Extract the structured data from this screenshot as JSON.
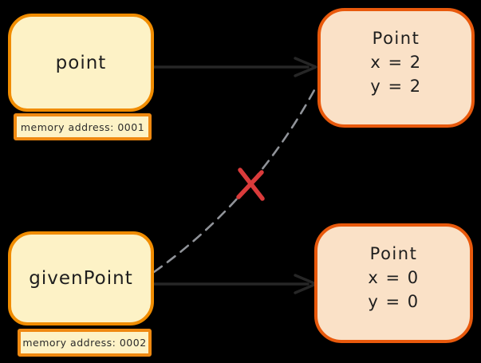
{
  "diagram": {
    "variables": [
      {
        "label": "point",
        "memory_label": "memory address: 0001"
      },
      {
        "label": "givenPoint",
        "memory_label": "memory address: 0002"
      }
    ],
    "objects": [
      {
        "title": "Point",
        "field_x": "x = 2",
        "field_y": "y = 2"
      },
      {
        "title": "Point",
        "field_x": "x = 0",
        "field_y": "y = 0"
      }
    ],
    "colors": {
      "background": "#000000",
      "variable_fill": "#fdf2c6",
      "variable_stroke": "#f08c00",
      "object_fill": "#fae1c7",
      "object_stroke": "#e8590c",
      "arrow_stroke": "#262626",
      "dashed_stroke": "#909399",
      "cross_stroke": "#da3b3b",
      "text": "#1e1e1e"
    }
  }
}
